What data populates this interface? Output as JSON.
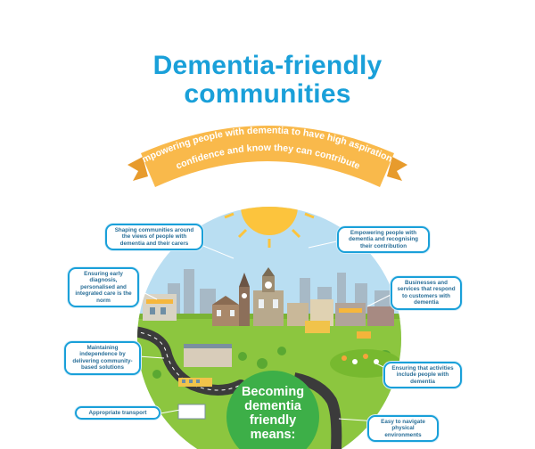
{
  "title": {
    "line1": "Dementia-friendly",
    "line2": "communities"
  },
  "banner": {
    "line1": "Empowering people with dementia to have high aspirations,",
    "line2": "confidence and know they can contribute"
  },
  "callouts": {
    "shaping": "Shaping communities around the views of people with dementia and their carers",
    "early_diagnosis": "Ensuring early diagnosis, personalised and integrated care is the norm",
    "independence": "Maintaining independence by delivering community-based solutions",
    "transport": "Appropriate transport",
    "empowering": "Empowering people with dementia and recognising their contribution",
    "businesses": "Businesses and services that respond to customers with dementia",
    "activities": "Ensuring that activities include people with dementia",
    "navigate": "Easy to navigate physical environments"
  },
  "center": {
    "line1": "Becoming",
    "line2": "dementia",
    "line3": "friendly",
    "line4": "means:"
  },
  "colors": {
    "title_blue": "#1aa0d9",
    "banner_orange": "#f9b94b",
    "sky": "#b9def2",
    "grass": "#8cc63f",
    "road": "#3b3b3b",
    "center_green": "#3daf48",
    "sun": "#fcc43d"
  }
}
